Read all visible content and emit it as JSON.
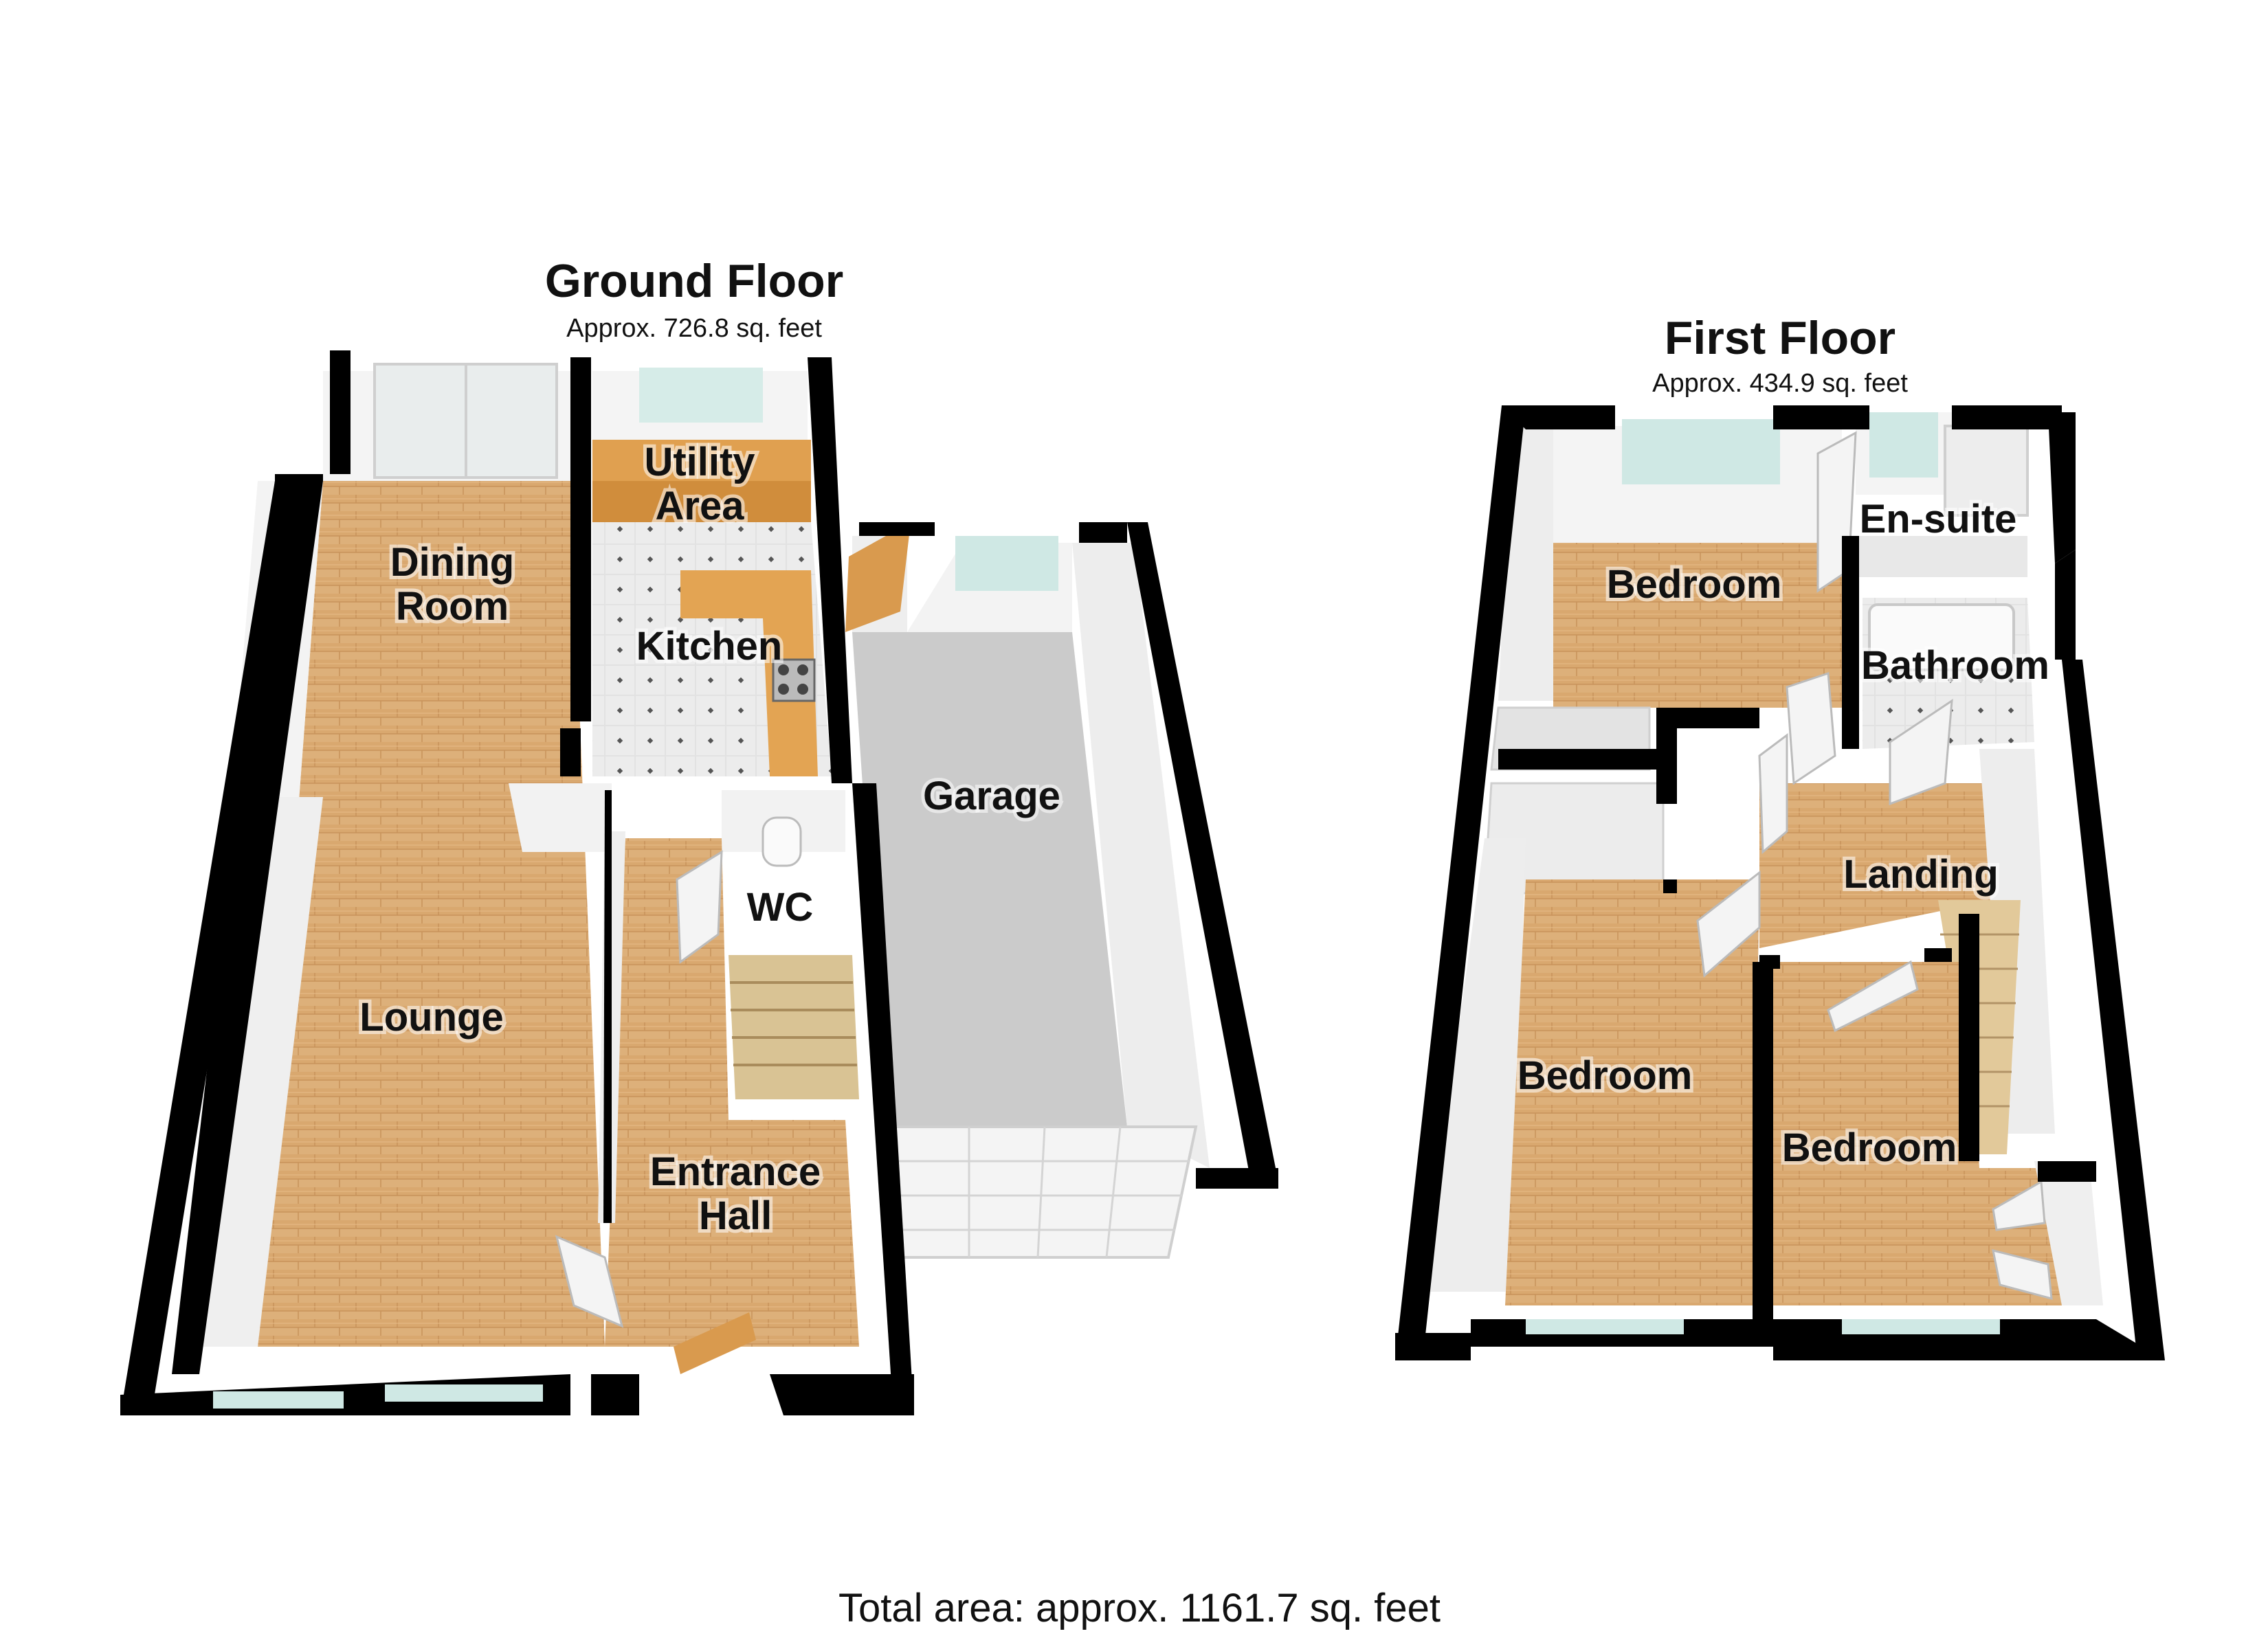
{
  "ground_floor": {
    "title": "Ground Floor",
    "area": "Approx. 726.8 sq. feet",
    "rooms": {
      "utility_area_1": "Utility",
      "utility_area_2": "Area",
      "dining_room_1": "Dining",
      "dining_room_2": "Room",
      "kitchen": "Kitchen",
      "garage": "Garage",
      "wc": "WC",
      "lounge": "Lounge",
      "entrance_hall_1": "Entrance",
      "entrance_hall_2": "Hall"
    }
  },
  "first_floor": {
    "title": "First Floor",
    "area": "Approx. 434.9 sq. feet",
    "rooms": {
      "en_suite": "En-suite",
      "bedroom_top": "Bedroom",
      "bathroom": "Bathroom",
      "landing": "Landing",
      "bedroom_left": "Bedroom",
      "bedroom_right": "Bedroom"
    }
  },
  "total_area": "Total area: approx. 1161.7 sq. feet",
  "colors": {
    "wall": "#000000",
    "wood_floor": "#d9aa72",
    "tile_floor": "#dcdcdc",
    "garage_floor": "#c8c8c8",
    "inner_wall": "#f2f2f2",
    "worktop": "#e0a050",
    "window_glass": "#cfe8e4"
  }
}
